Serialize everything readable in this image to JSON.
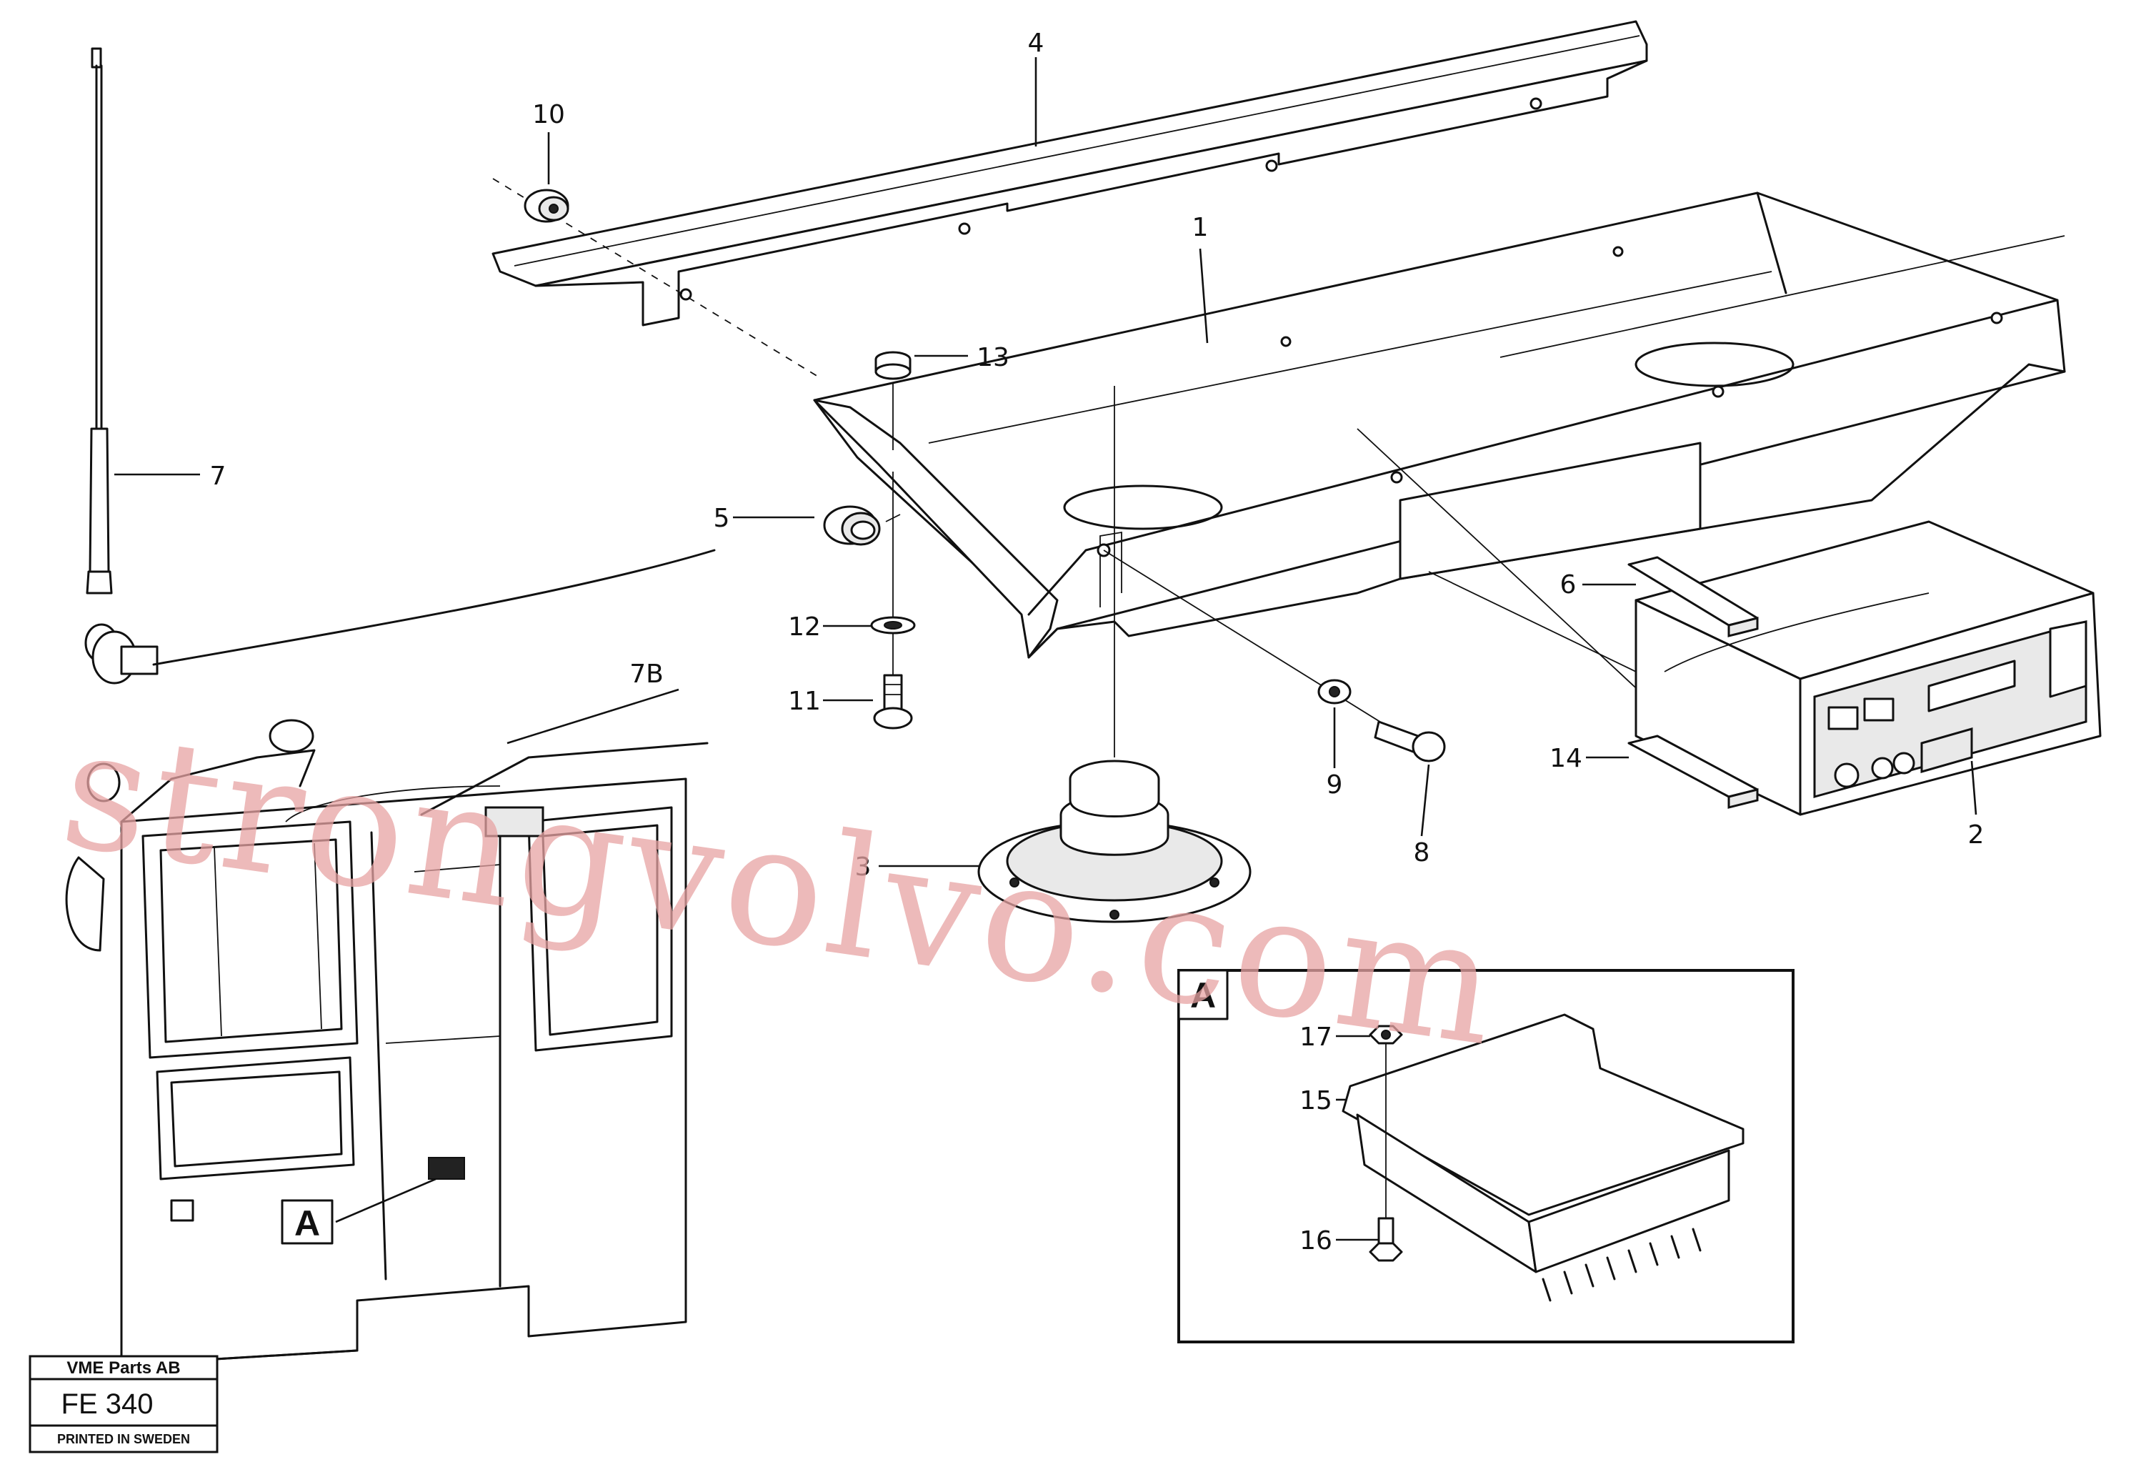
{
  "callouts": {
    "c1": "1",
    "c2": "2",
    "c3": "3",
    "c4": "4",
    "c5": "5",
    "c6": "6",
    "c7": "7",
    "c7b": "7B",
    "c8": "8",
    "c9": "9",
    "c10": "10",
    "c11": "11",
    "c12": "12",
    "c13": "13",
    "c14": "14",
    "c15": "15",
    "c16": "16",
    "c17": "17"
  },
  "detail_label": "A",
  "watermark": "strongvolvo.com",
  "title_block": {
    "company": "VME Parts AB",
    "code": "FE 340",
    "footer": "PRINTED IN SWEDEN"
  }
}
